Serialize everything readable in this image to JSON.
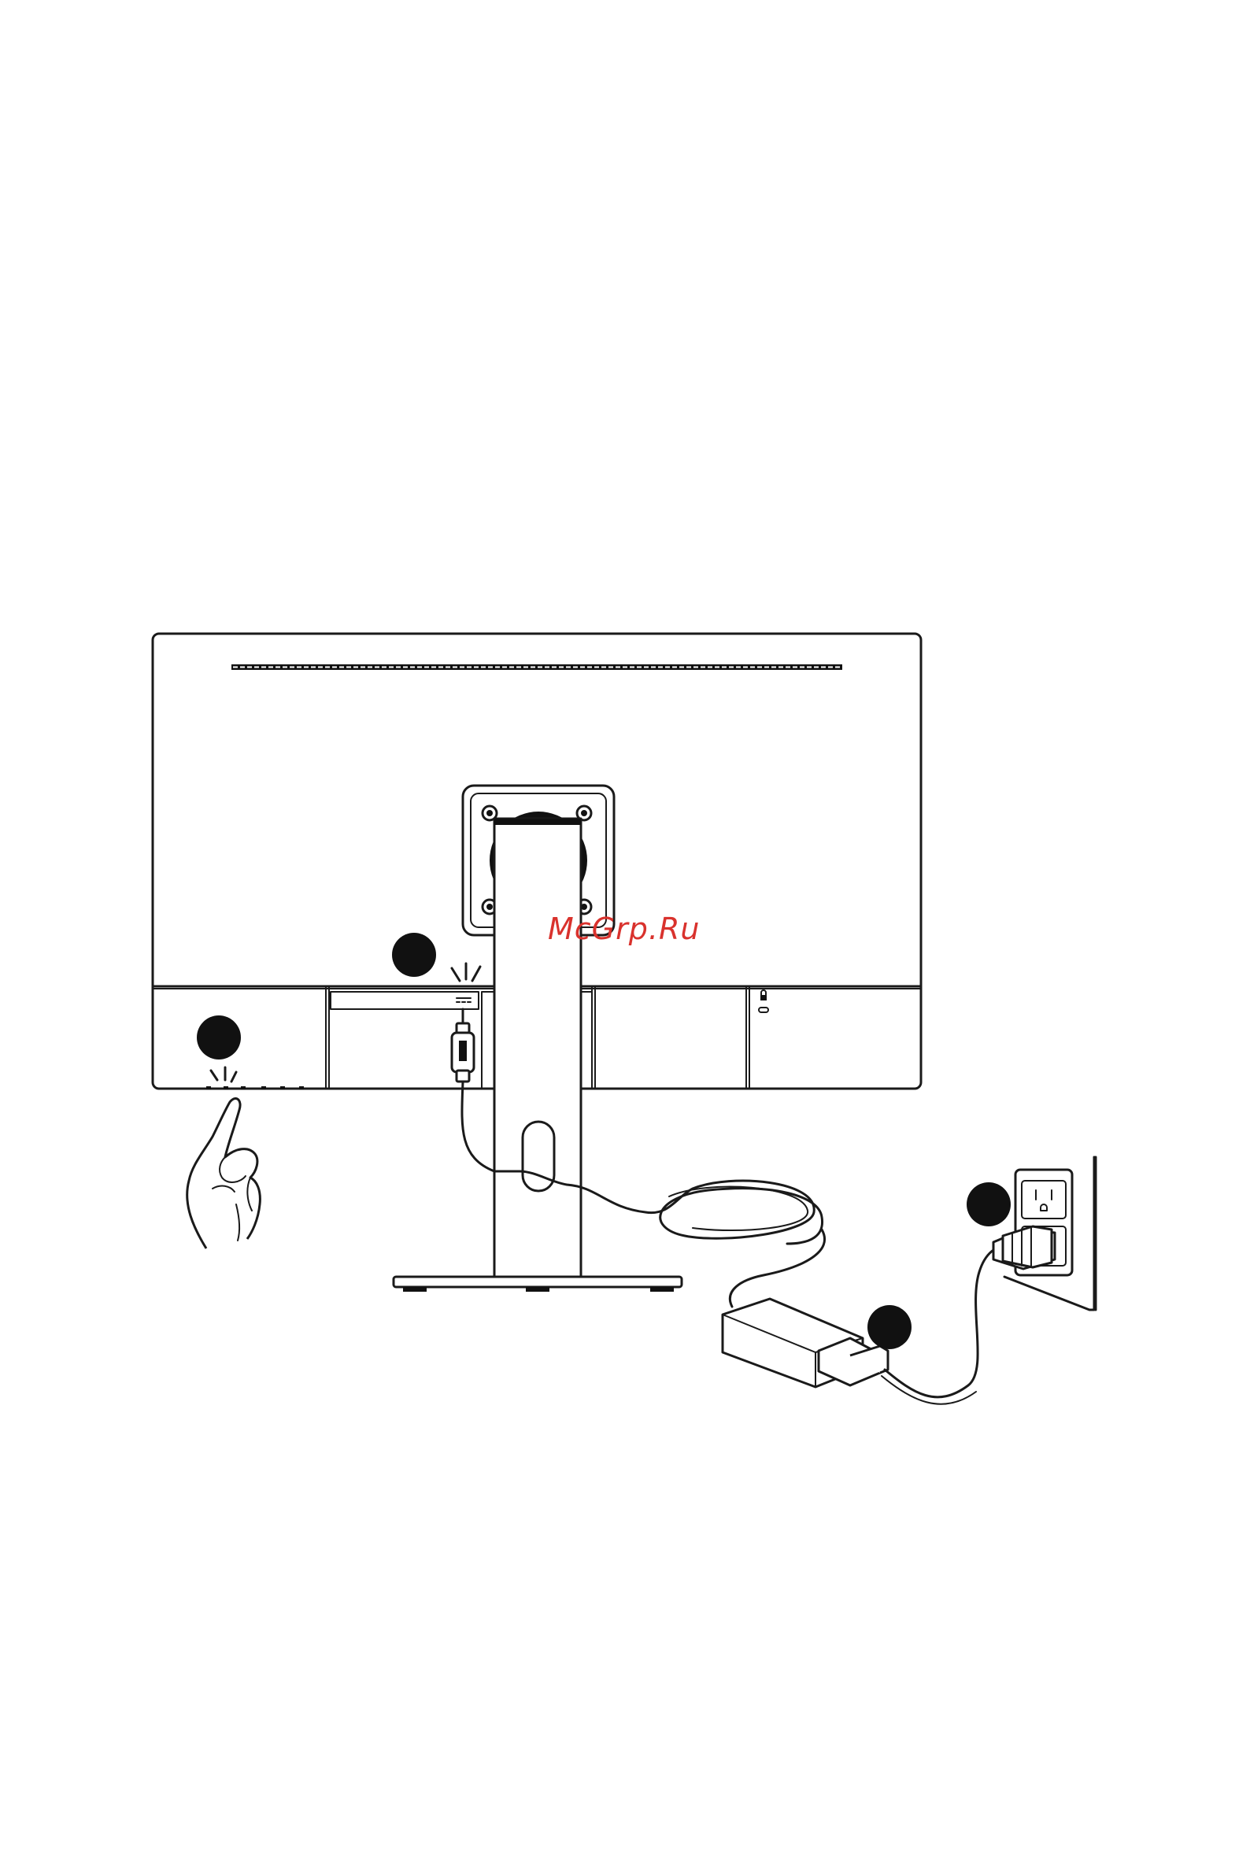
{
  "watermark": {
    "text": "McGrp.Ru",
    "color": "#d9322d"
  },
  "steps": [
    {
      "number": "",
      "target": "power-jack"
    },
    {
      "number": "",
      "target": "power-button"
    },
    {
      "number": "",
      "target": "wall-outlet"
    },
    {
      "number": "",
      "target": "power-adapter"
    }
  ],
  "icons": {
    "step_marker": "filled-circle",
    "press_hand": "finger-pointing-icon",
    "lock": "kensington-lock-icon",
    "dc": "dc-power-symbol-icon"
  }
}
